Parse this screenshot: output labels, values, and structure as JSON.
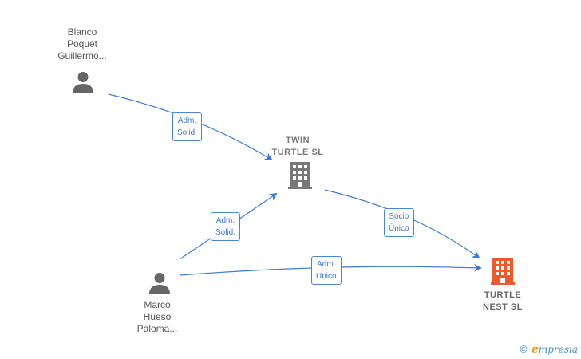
{
  "nodes": {
    "person_top": {
      "label": "Blanco\nPoquet\nGuillermo..."
    },
    "person_bottom": {
      "label": "Marco\nHueso\nPaloma..."
    },
    "company_twin": {
      "label": "TWIN\nTURTLE  SL"
    },
    "company_nest": {
      "label": "TURTLE\nNEST  SL"
    }
  },
  "edges": {
    "e1": {
      "label": "Adm.\nSolid."
    },
    "e2": {
      "label": "Adm.\nSolid."
    },
    "e3": {
      "label": "Socio\nÚnico"
    },
    "e4": {
      "label": "Adm.\nUnico"
    }
  },
  "brand": {
    "copyright": "©",
    "initial": "e",
    "name": "mpresia"
  },
  "colors": {
    "edge": "#3a7bd5",
    "person_icon": "#666666",
    "company_icon": "#777777",
    "focus_company": "#f05a28"
  }
}
